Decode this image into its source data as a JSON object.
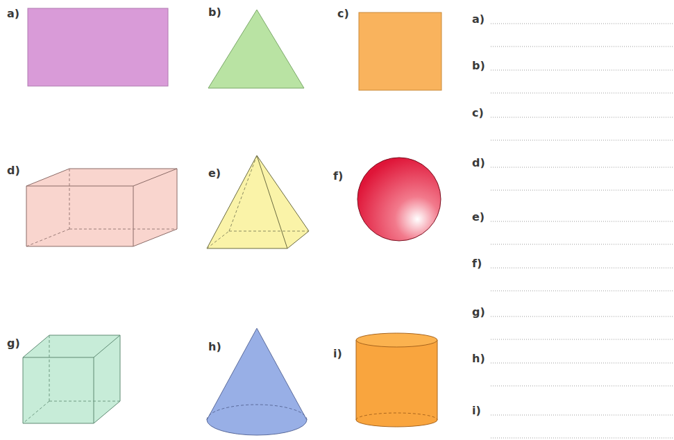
{
  "diagram": {
    "labels": [
      "a)",
      "b)",
      "c)",
      "d)",
      "e)",
      "f)",
      "g)",
      "h)",
      "i)",
      "a)",
      "b)",
      "c)",
      "d)",
      "e)",
      "f)",
      "g)",
      "h)",
      "i)"
    ]
  }
}
